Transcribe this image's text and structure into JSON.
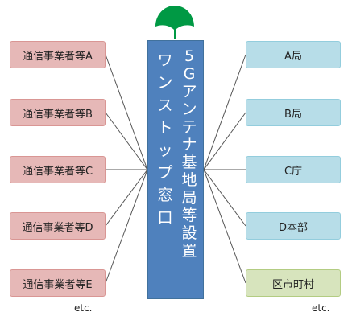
{
  "center": {
    "col_right": [
      "5",
      "G",
      "ア",
      "ン",
      "テ",
      "ナ",
      "基",
      "地",
      "局",
      "等",
      "設",
      "置"
    ],
    "col_left": [
      "ワ",
      "ン",
      "ス",
      "ト",
      "ッ",
      "プ",
      "窓",
      "口"
    ]
  },
  "left_items": [
    "通信事業者等A",
    "通信事業者等B",
    "通信事業者等C",
    "通信事業者等D",
    "通信事業者等E"
  ],
  "right_items": [
    "A局",
    "B局",
    "C庁",
    "D本部",
    "区市町村"
  ],
  "etc_left": "etc.",
  "etc_right": "etc.",
  "colors": {
    "center_fill": "#4f81bd",
    "left_fill": "#e6b8b7",
    "right_fill": "#b7dde8",
    "municipal_fill": "#d7e4bd",
    "logo_green": "#009944"
  },
  "icons": {
    "logo": "ginkgo-leaf-logo"
  }
}
